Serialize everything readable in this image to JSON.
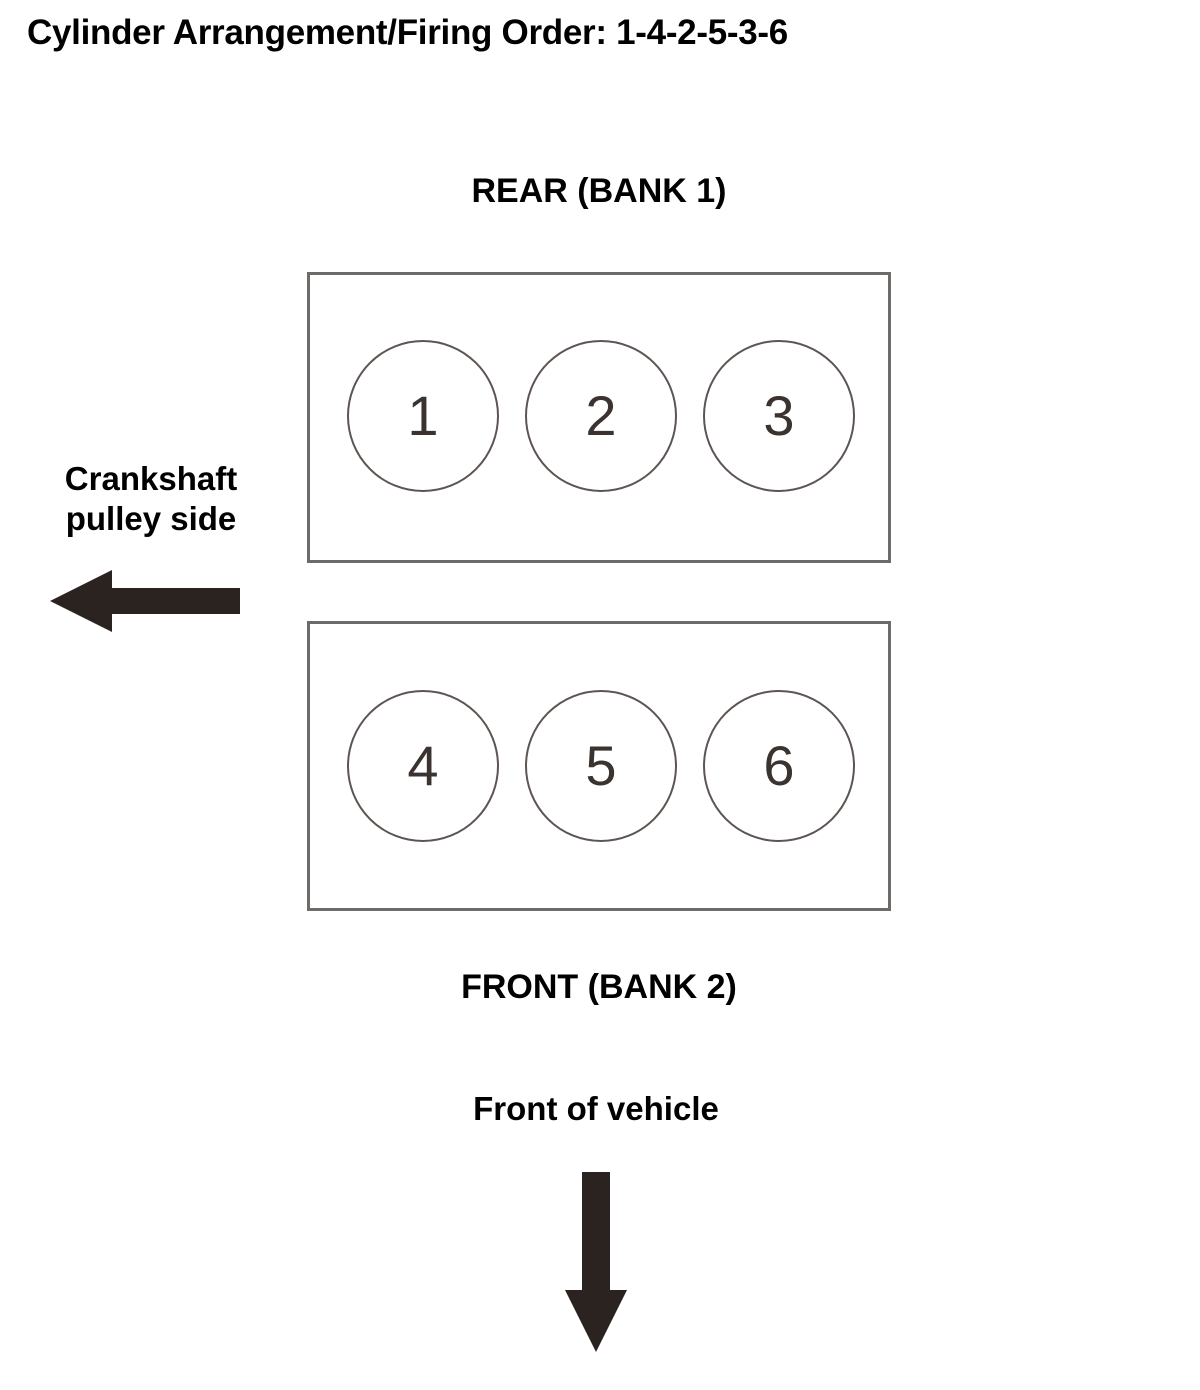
{
  "title": {
    "text": "Cylinder Arrangement/Firing Order: 1-4-2-5-3-6",
    "firing_order": "1-4-2-5-3-6"
  },
  "banks": [
    {
      "id": "bank-1",
      "label": "REAR (BANK 1)",
      "label_position": "above",
      "cylinders": [
        {
          "number": "1"
        },
        {
          "number": "2"
        },
        {
          "number": "3"
        }
      ]
    },
    {
      "id": "bank-2",
      "label": "FRONT (BANK 2)",
      "label_position": "below",
      "cylinders": [
        {
          "number": "4"
        },
        {
          "number": "5"
        },
        {
          "number": "6"
        }
      ]
    }
  ],
  "annotations": {
    "crankshaft": {
      "line1": "Crankshaft",
      "line2": "pulley side",
      "arrow_direction": "left"
    },
    "front_of_vehicle": {
      "text": "Front of vehicle",
      "arrow_direction": "down"
    }
  },
  "colors": {
    "background": "#ffffff",
    "text": "#000000",
    "box_border": "#6e6a67",
    "circle_stroke": "#5d5551",
    "circle_number": "#3a3330",
    "arrow_fill": "#2b2320"
  }
}
